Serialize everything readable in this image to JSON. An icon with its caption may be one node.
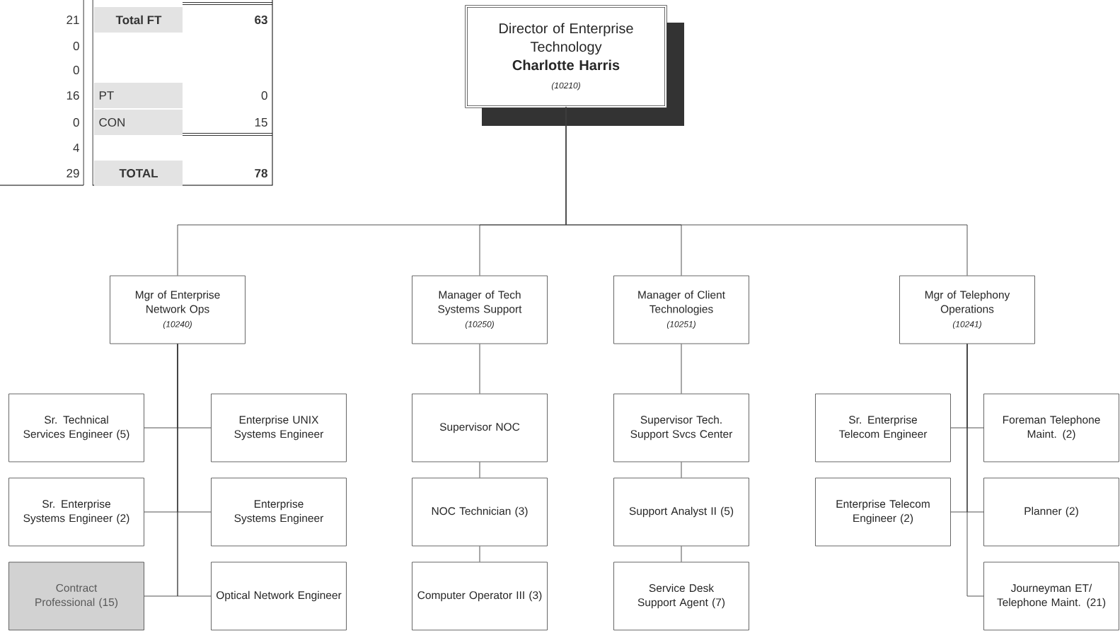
{
  "diagram": {
    "nodes": [
      {
        "text": [
          "Director of Enterprise Technology",
          "Charlotte Harris",
          "(10210)"
        ]
      },
      {
        "text": [
          "Mgr of Enterprise Network Ops",
          "(10240)"
        ]
      },
      {
        "text": [
          "Manager of Tech Systems Support",
          "(10250)"
        ]
      },
      {
        "text": [
          "Manager of Client Technologies",
          "(10251)"
        ]
      },
      {
        "text": [
          "Mgr of Telephony Operations",
          "(10241)"
        ]
      },
      {
        "text": [
          "Sr. Technical Services Engineer (5)"
        ]
      },
      {
        "text": [
          "Enterprise UNIX Systems Engineer"
        ]
      },
      {
        "text": [
          "Sr. Enterprise Systems Engineer (2)"
        ]
      },
      {
        "text": [
          "Enterprise Systems Engineer"
        ]
      },
      {
        "text": [
          "Contract Professional (15)"
        ]
      },
      {
        "text": [
          "Optical Network Engineer"
        ]
      },
      {
        "text": [
          "Supervisor NOC"
        ]
      },
      {
        "text": [
          "NOC Technician (3)"
        ]
      },
      {
        "text": [
          "Computer Operator III (3)"
        ]
      },
      {
        "text": [
          "Supervisor Tech. Support Svcs Center"
        ]
      },
      {
        "text": [
          "Support Analyst II (5)"
        ]
      },
      {
        "text": [
          "Service Desk Support Agent (7)"
        ]
      },
      {
        "text": [
          "Sr. Enterprise Telecom Engineer"
        ]
      },
      {
        "text": [
          "Foreman Telephone Maint. (2)"
        ]
      },
      {
        "text": [
          "Enterprise Telecom Engineer (2)"
        ]
      },
      {
        "text": [
          "Planner (2)"
        ]
      },
      {
        "text": [
          "Journeyman ET/ Telephone Maint. (21)"
        ]
      }
    ],
    "edges": [
      {
        "from": 0,
        "to": 1,
        "arrow": "none"
      },
      {
        "from": 0,
        "to": 2,
        "arrow": "none"
      },
      {
        "from": 0,
        "to": 3,
        "arrow": "none"
      },
      {
        "from": 0,
        "to": 4,
        "arrow": "none"
      },
      {
        "from": 1,
        "to": 5,
        "arrow": "none"
      },
      {
        "from": 1,
        "to": 6,
        "arrow": "none"
      },
      {
        "from": 1,
        "to": 7,
        "arrow": "none"
      },
      {
        "from": 1,
        "to": 8,
        "arrow": "none"
      },
      {
        "from": 1,
        "to": 9,
        "arrow": "none"
      },
      {
        "from": 1,
        "to": 10,
        "arrow": "none"
      },
      {
        "from": 2,
        "to": 11,
        "arrow": "none"
      },
      {
        "from": 11,
        "to": 12,
        "arrow": "none"
      },
      {
        "from": 12,
        "to": 13,
        "arrow": "none"
      },
      {
        "from": 3,
        "to": 14,
        "arrow": "none"
      },
      {
        "from": 14,
        "to": 15,
        "arrow": "none"
      },
      {
        "from": 15,
        "to": 16,
        "arrow": "none"
      },
      {
        "from": 4,
        "to": 17,
        "arrow": "none"
      },
      {
        "from": 4,
        "to": 18,
        "arrow": "none"
      },
      {
        "from": 4,
        "to": 19,
        "arrow": "none"
      },
      {
        "from": 4,
        "to": 20,
        "arrow": "none"
      },
      {
        "from": 4,
        "to": 21,
        "arrow": "none"
      }
    ],
    "labels": [
      "21",
      "Total FT",
      "63",
      "0",
      "0",
      "16",
      "PT",
      "0",
      "0",
      "CON",
      "15",
      "4",
      "29",
      "TOTAL",
      "78"
    ]
  }
}
